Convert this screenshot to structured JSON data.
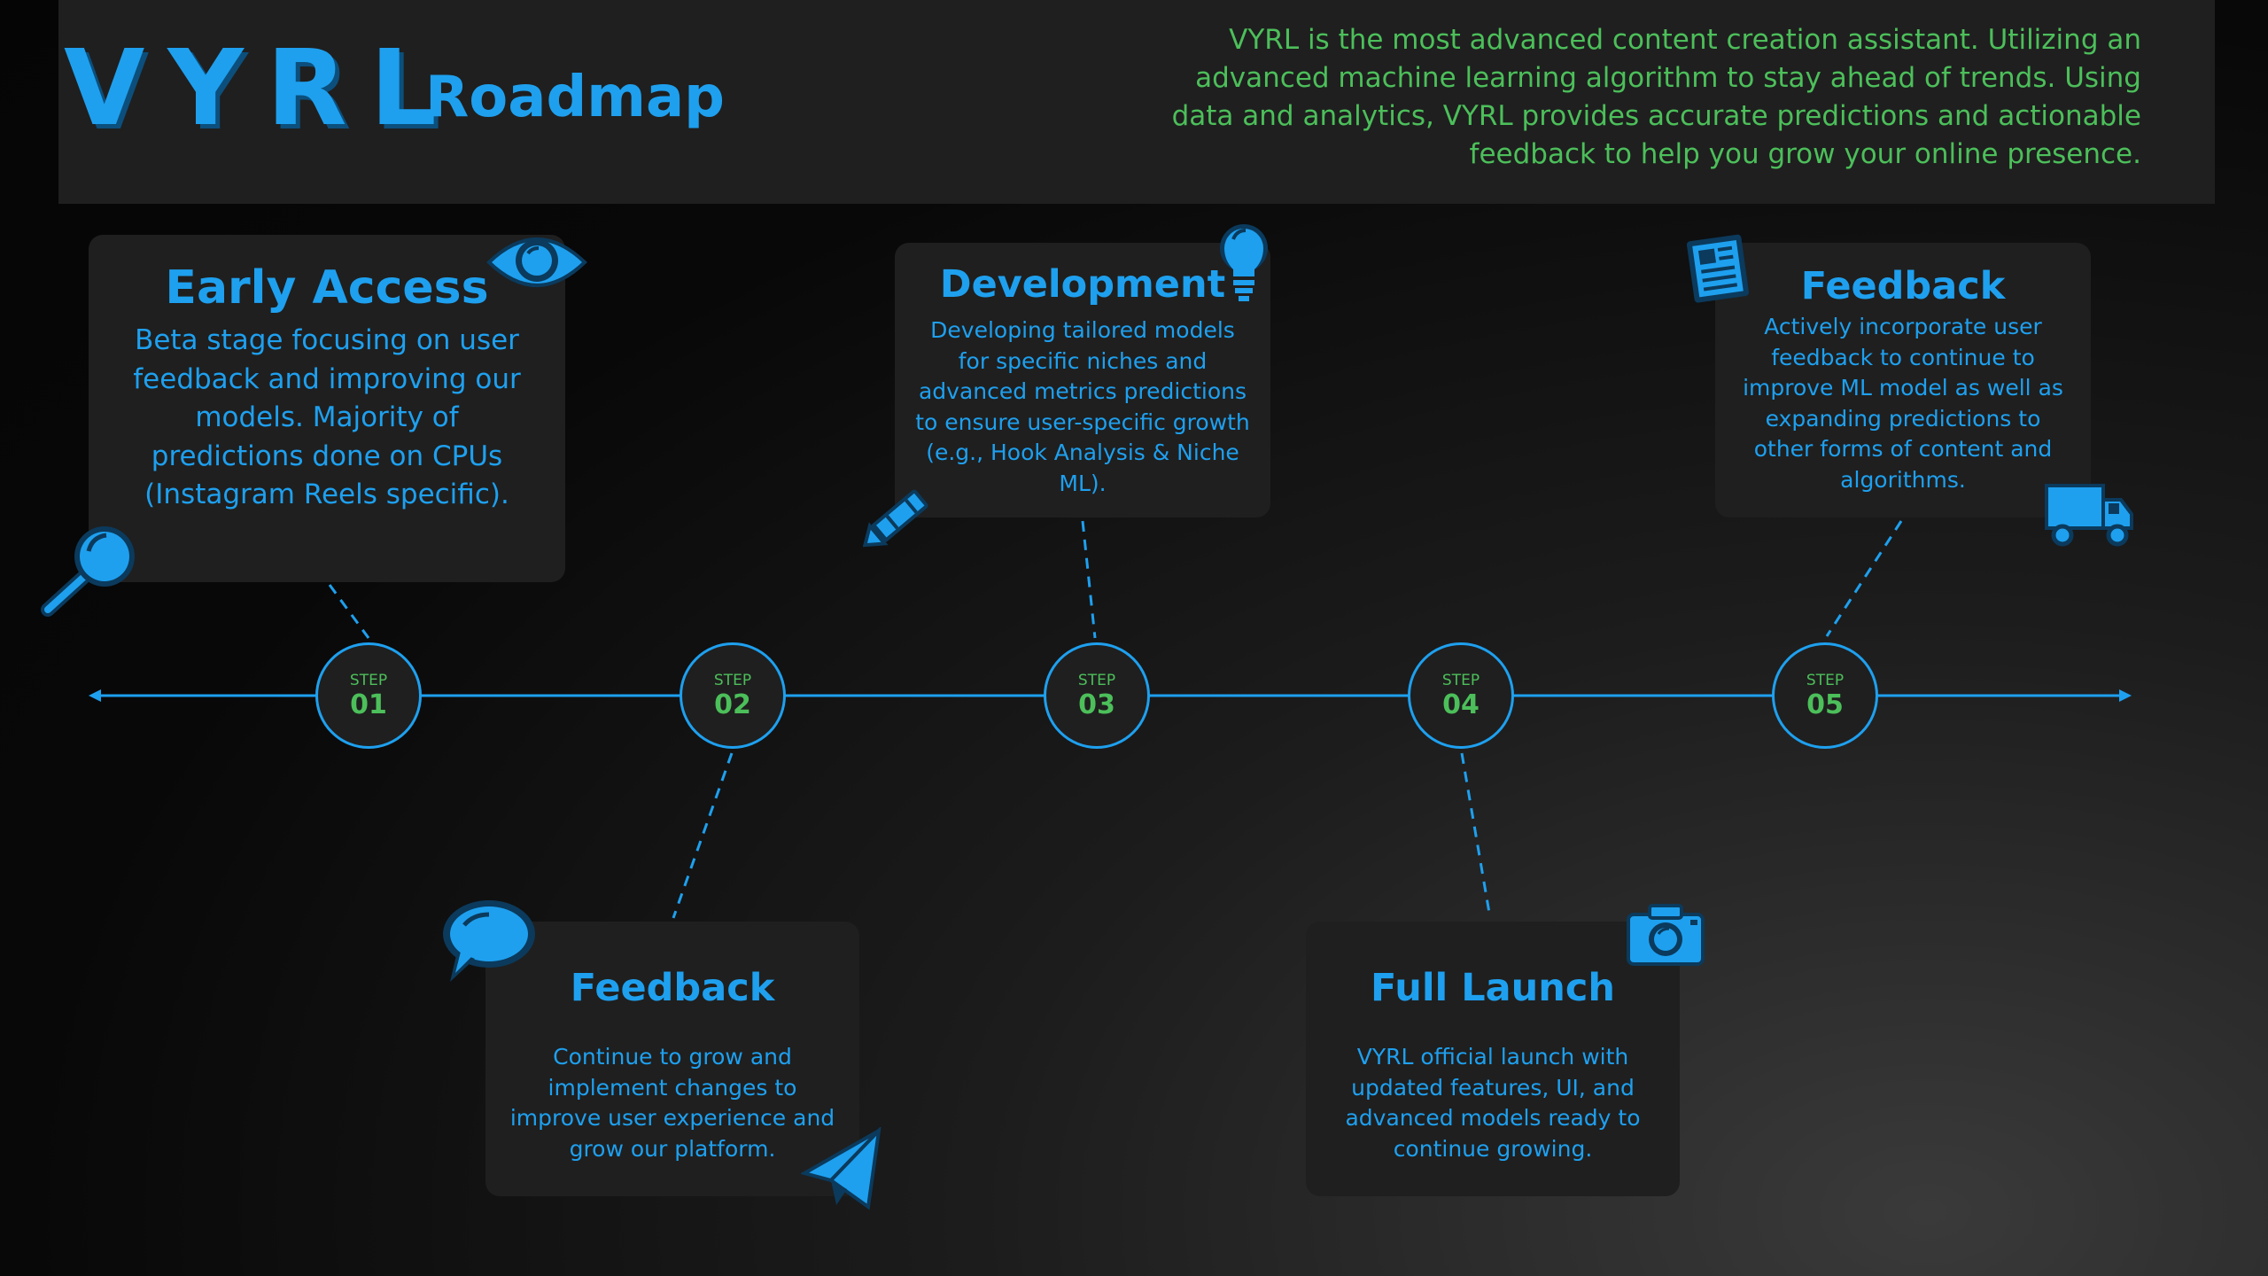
{
  "header": {
    "logo": "VYRL",
    "title": "Roadmap",
    "tagline": "VYRL is the most advanced content creation assistant. Utilizing an advanced machine learning algorithm to stay ahead of trends. Using data and analytics, VYRL provides accurate predictions and actionable feedback to help you grow your online presence."
  },
  "colors": {
    "accent": "#1ea0ef",
    "green": "#4cbf5a",
    "card": "#1f1f1f"
  },
  "steps": [
    {
      "label": "STEP",
      "num": "01",
      "title": "Early Access",
      "text": "Beta stage focusing on user feedback and improving our models. Majority of predictions done on CPUs (Instagram Reels specific).",
      "icons": [
        "eye-icon",
        "magnifier-icon"
      ]
    },
    {
      "label": "STEP",
      "num": "02",
      "title": "Feedback",
      "text": "Continue to grow and implement changes to improve user experience and grow our platform.",
      "icons": [
        "speech-bubble-icon",
        "paper-plane-icon"
      ]
    },
    {
      "label": "STEP",
      "num": "03",
      "title": "Development",
      "text": "Developing tailored models for specific niches and advanced metrics predictions to ensure user-specific growth (e.g., Hook Analysis & Niche ML).",
      "icons": [
        "lightbulb-icon",
        "pencil-icon"
      ]
    },
    {
      "label": "STEP",
      "num": "04",
      "title": "Full Launch",
      "text": "VYRL official launch with updated features, UI, and advanced models ready to continue growing.",
      "icons": [
        "camera-icon"
      ]
    },
    {
      "label": "STEP",
      "num": "05",
      "title": "Feedback",
      "text": "Actively incorporate user feedback to continue to improve ML model as well as expanding predictions to other forms of content and algorithms.",
      "icons": [
        "newspaper-icon",
        "truck-icon"
      ]
    }
  ]
}
